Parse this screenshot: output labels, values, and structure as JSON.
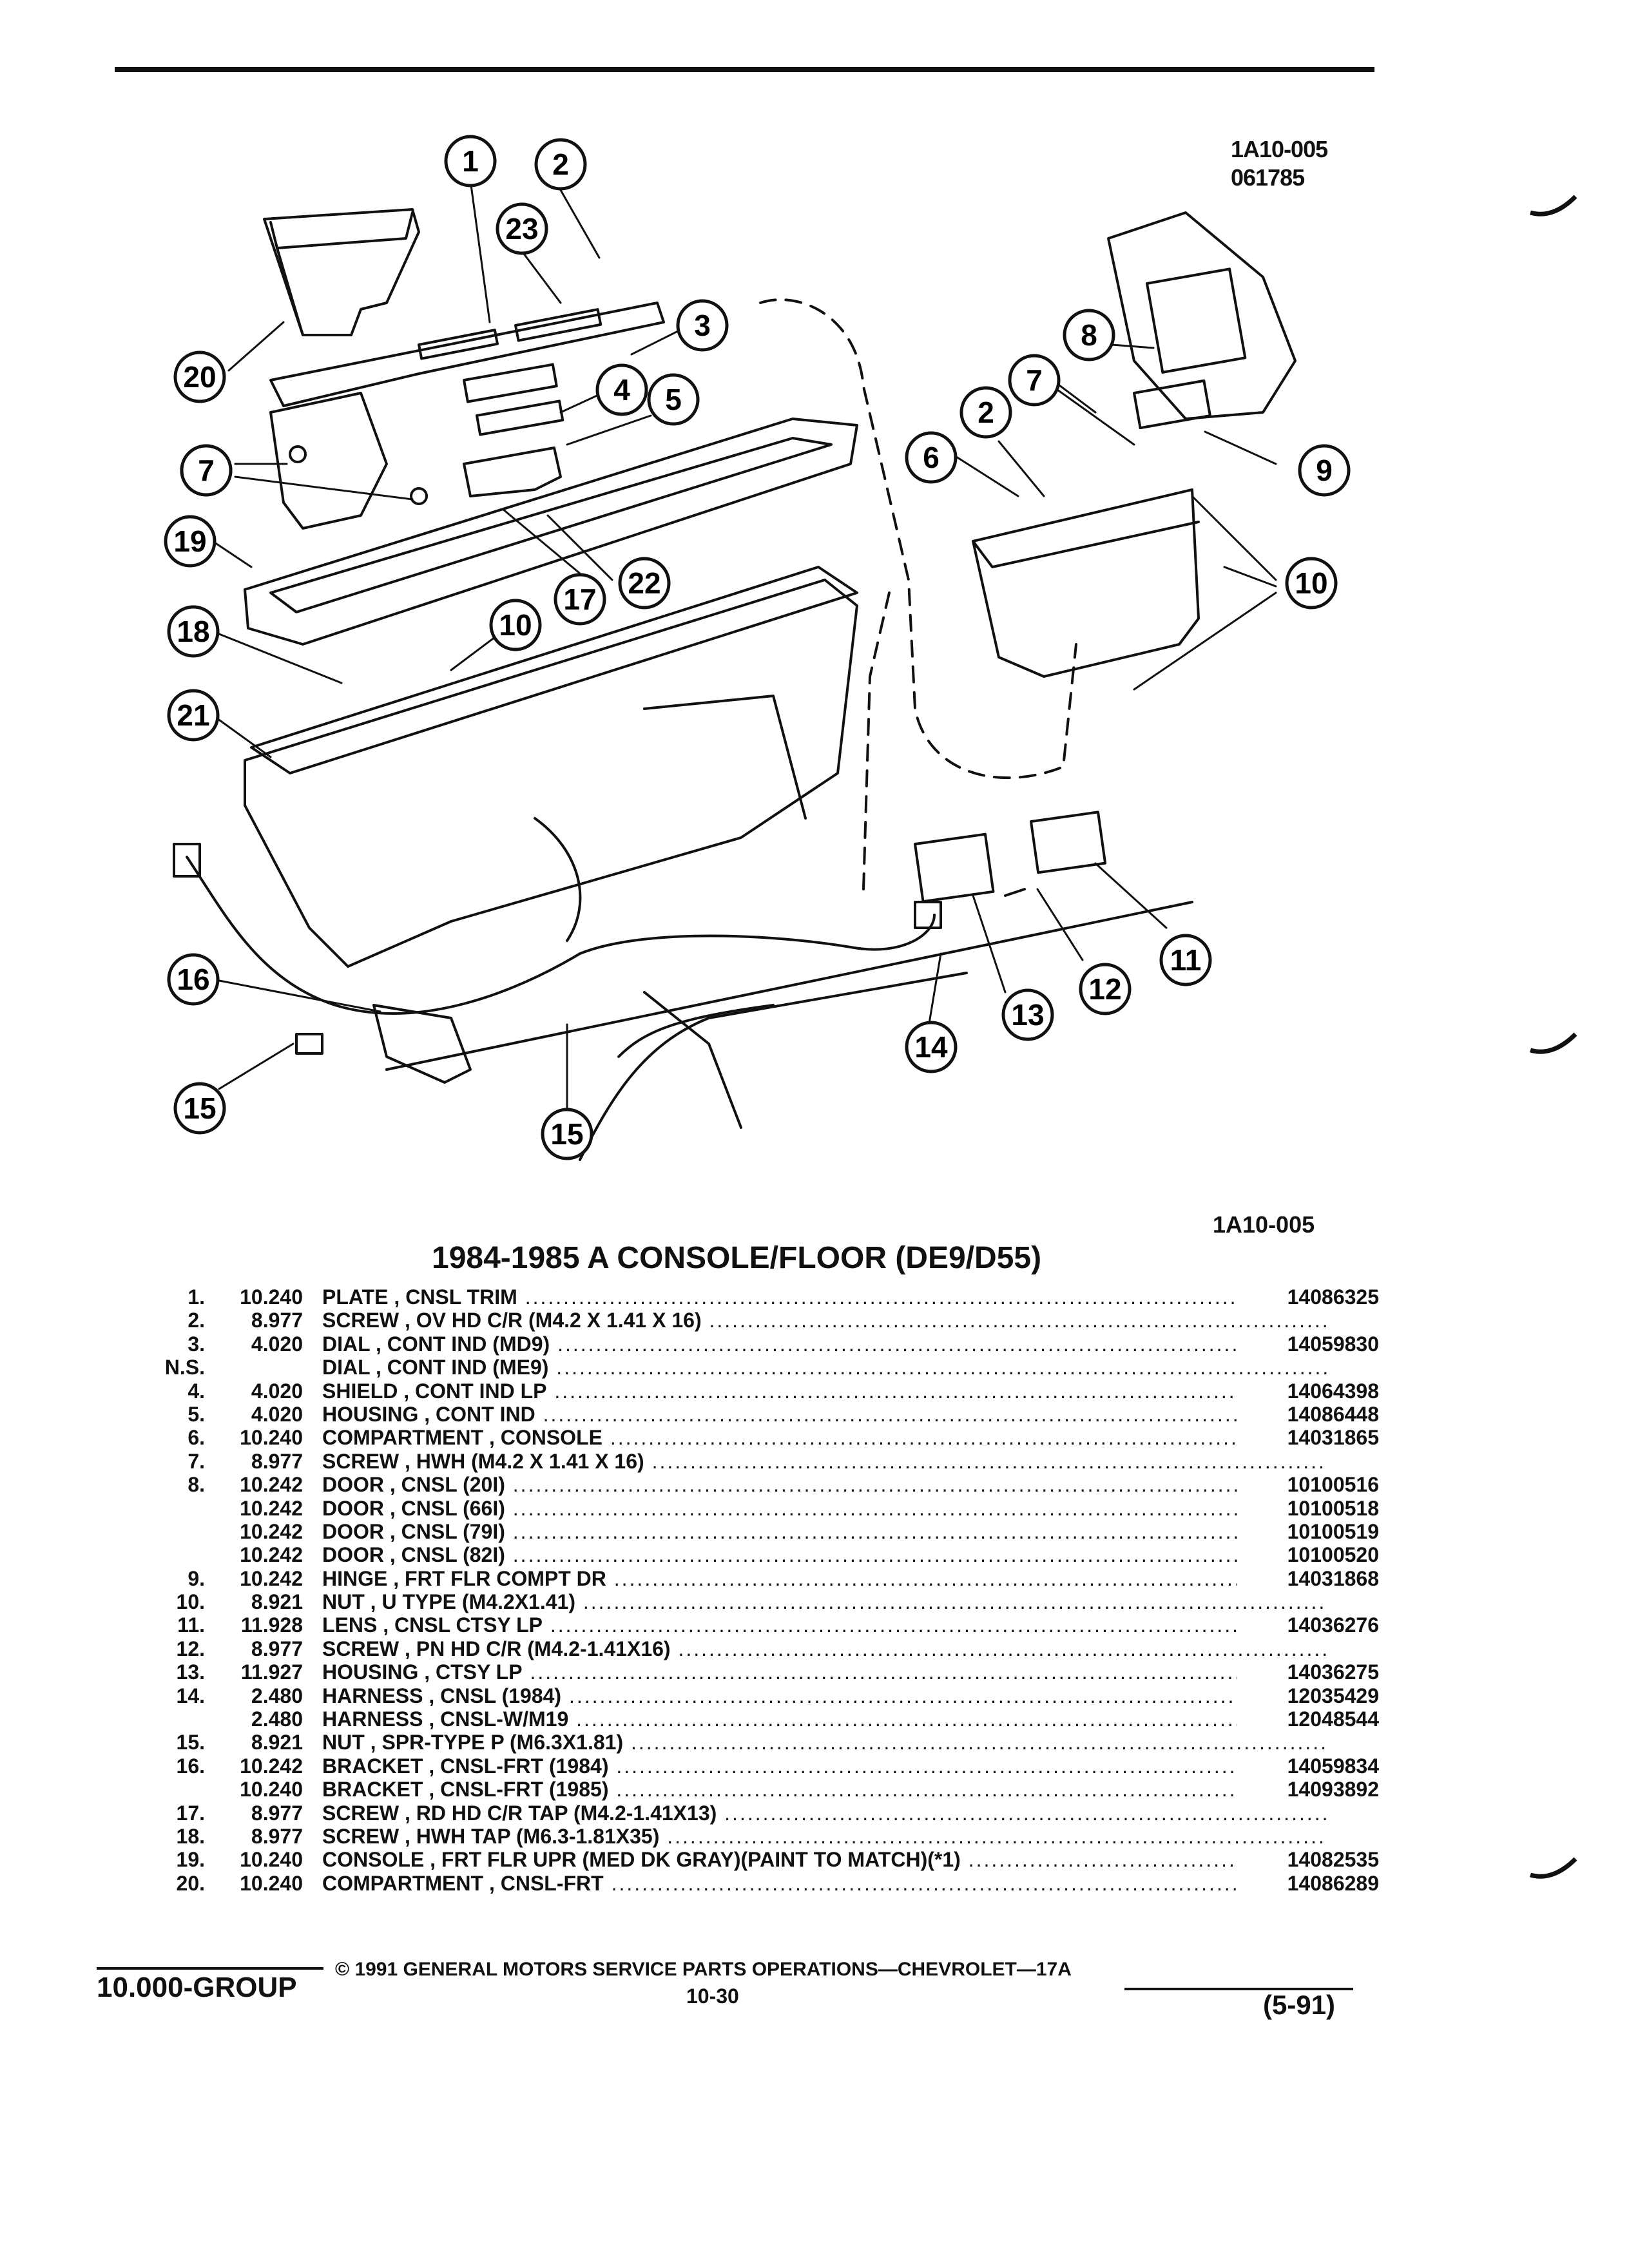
{
  "header": {
    "figure_code": "1A10-005",
    "figure_date": "061785"
  },
  "diagram": {
    "callouts": [
      "1",
      "2",
      "23",
      "20",
      "3",
      "4",
      "5",
      "7",
      "19",
      "17",
      "22",
      "18",
      "10",
      "21",
      "16",
      "15",
      "14",
      "13",
      "12",
      "11",
      "8",
      "9",
      "6"
    ],
    "figure_code_bottom": "1A10-005"
  },
  "catalog": {
    "title": "1984-1985 A CONSOLE/FLOOR (DE9/D55)",
    "parts": [
      {
        "no": "1.",
        "group": "10.240",
        "desc": "PLATE , CNSL TRIM",
        "part": "14086325"
      },
      {
        "no": "2.",
        "group": "8.977",
        "desc": "SCREW , OV HD C/R (M4.2 X 1.41 X 16)",
        "part": ""
      },
      {
        "no": "3.",
        "group": "4.020",
        "desc": "DIAL , CONT IND (MD9)",
        "part": "14059830"
      },
      {
        "no": "N.S.",
        "group": "",
        "desc": "DIAL , CONT IND (ME9)",
        "part": ""
      },
      {
        "no": "4.",
        "group": "4.020",
        "desc": "SHIELD , CONT IND LP",
        "part": "14064398"
      },
      {
        "no": "5.",
        "group": "4.020",
        "desc": "HOUSING , CONT IND",
        "part": "14086448"
      },
      {
        "no": "6.",
        "group": "10.240",
        "desc": "COMPARTMENT , CONSOLE",
        "part": "14031865"
      },
      {
        "no": "7.",
        "group": "8.977",
        "desc": "SCREW , HWH (M4.2 X 1.41 X 16)",
        "part": ""
      },
      {
        "no": "8.",
        "group": "10.242",
        "desc": "DOOR , CNSL (20I)",
        "part": "10100516"
      },
      {
        "no": "",
        "group": "10.242",
        "desc": "DOOR , CNSL (66I)",
        "part": "10100518"
      },
      {
        "no": "",
        "group": "10.242",
        "desc": "DOOR , CNSL (79I)",
        "part": "10100519"
      },
      {
        "no": "",
        "group": "10.242",
        "desc": "DOOR , CNSL (82I)",
        "part": "10100520"
      },
      {
        "no": "9.",
        "group": "10.242",
        "desc": "HINGE , FRT FLR COMPT DR",
        "part": "14031868"
      },
      {
        "no": "10.",
        "group": "8.921",
        "desc": "NUT , U TYPE (M4.2X1.41)",
        "part": ""
      },
      {
        "no": "11.",
        "group": "11.928",
        "desc": "LENS , CNSL CTSY LP",
        "part": "14036276"
      },
      {
        "no": "12.",
        "group": "8.977",
        "desc": "SCREW , PN HD C/R (M4.2-1.41X16)",
        "part": ""
      },
      {
        "no": "13.",
        "group": "11.927",
        "desc": "HOUSING , CTSY LP",
        "part": "14036275"
      },
      {
        "no": "14.",
        "group": "2.480",
        "desc": "HARNESS , CNSL (1984)",
        "part": "12035429"
      },
      {
        "no": "",
        "group": "2.480",
        "desc": "HARNESS , CNSL-W/M19",
        "part": "12048544"
      },
      {
        "no": "15.",
        "group": "8.921",
        "desc": "NUT , SPR-TYPE P (M6.3X1.81)",
        "part": ""
      },
      {
        "no": "16.",
        "group": "10.242",
        "desc": "BRACKET , CNSL-FRT (1984)",
        "part": "14059834"
      },
      {
        "no": "",
        "group": "10.240",
        "desc": "BRACKET , CNSL-FRT (1985)",
        "part": "14093892"
      },
      {
        "no": "17.",
        "group": "8.977",
        "desc": "SCREW , RD HD C/R TAP (M4.2-1.41X13)",
        "part": ""
      },
      {
        "no": "18.",
        "group": "8.977",
        "desc": "SCREW , HWH TAP (M6.3-1.81X35)",
        "part": ""
      },
      {
        "no": "19.",
        "group": "10.240",
        "desc": "CONSOLE , FRT FLR UPR (MED DK GRAY)(PAINT TO MATCH)(*1)",
        "part": "14082535"
      },
      {
        "no": "20.",
        "group": "10.240",
        "desc": "COMPARTMENT , CNSL-FRT",
        "part": "14086289"
      }
    ]
  },
  "footer": {
    "group": "10.000-GROUP",
    "copyright": "© 1991 GENERAL MOTORS SERVICE PARTS OPERATIONS—CHEVROLET—17A",
    "page": "10-30",
    "date": "(5-91)"
  }
}
